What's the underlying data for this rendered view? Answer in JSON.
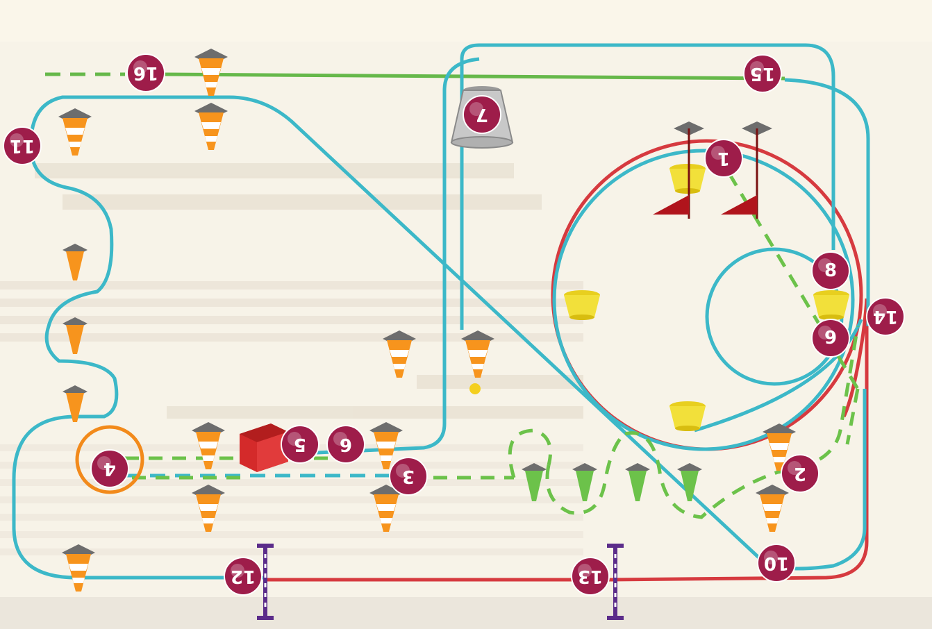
{
  "colors": {
    "background": "#f7f3e8",
    "route_blue": "#3cb8c8",
    "route_red": "#d63a3f",
    "route_green": "#66b84a",
    "route_dashed_green": "#6cc24a",
    "marker_fill": "#9e1d4a",
    "orange_cone": "#f7941d",
    "green_cone": "#6cc24a",
    "yellow_bucket": "#f2e03a",
    "gate_purple": "#5b2c8a",
    "flag_red": "#b0141c",
    "box_red": "#d42a2a",
    "orange_ring": "#f28a1b"
  },
  "markers": [
    {
      "num": "1",
      "id": "marker-1",
      "rot": 180
    },
    {
      "num": "2",
      "id": "marker-2",
      "rot": 180
    },
    {
      "num": "3",
      "id": "marker-3",
      "rot": 180
    },
    {
      "num": "4",
      "id": "marker-4",
      "rot": 180
    },
    {
      "num": "5",
      "id": "marker-5",
      "rot": 180
    },
    {
      "num": "6",
      "id": "marker-6",
      "rot": 180
    },
    {
      "num": "7",
      "id": "marker-7",
      "rot": 180
    },
    {
      "num": "8",
      "id": "marker-8",
      "rot": 0
    },
    {
      "num": "9",
      "id": "marker-9",
      "rot": 0
    },
    {
      "num": "10",
      "id": "marker-10",
      "rot": 180
    },
    {
      "num": "11",
      "id": "marker-11",
      "rot": 180
    },
    {
      "num": "12",
      "id": "marker-12",
      "rot": 180
    },
    {
      "num": "13",
      "id": "marker-13",
      "rot": 180
    },
    {
      "num": "14",
      "id": "marker-14",
      "rot": 180
    },
    {
      "num": "15",
      "id": "marker-15",
      "rot": 180
    },
    {
      "num": "16",
      "id": "marker-16",
      "rot": 180
    }
  ],
  "icons": {
    "cone": "traffic-cone-icon",
    "green_cone": "green-cone-icon",
    "bucket": "yellow-bucket-icon",
    "trash_can": "trash-can-icon",
    "flag": "red-flag-icon",
    "gate": "gate-pole-icon",
    "box": "red-box-icon"
  }
}
